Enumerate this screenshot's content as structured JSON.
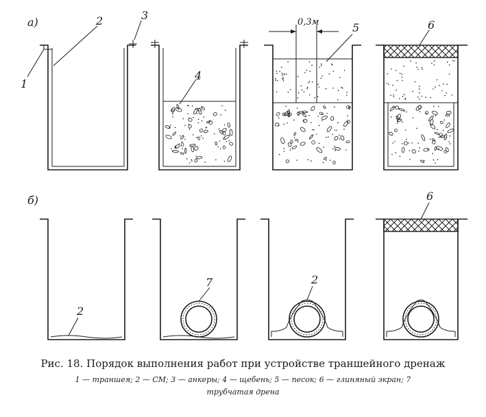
{
  "row_labels": {
    "a": "а)",
    "b": "б)"
  },
  "callouts": {
    "n1": "1",
    "n2": "2",
    "n3": "3",
    "n4": "4",
    "n5": "5",
    "n6a": "6",
    "n6b": "6",
    "n7": "7",
    "n2b": "2",
    "n2c": "2"
  },
  "dimension": "0,3м",
  "caption": {
    "title": "Рис. 18. Порядок выполнения работ при устройстве траншейного дренаж",
    "legend_line1": "1 — траншея;  2 — СМ;  3 — анкеры;  4 — щебень;  5 — песок;  6 — глиняный экран;  7",
    "legend_line2": "трубчатая дрена"
  }
}
